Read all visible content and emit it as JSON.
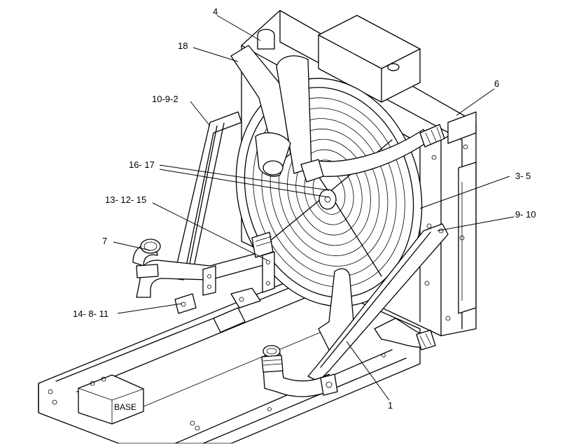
{
  "callouts": {
    "c4": "4",
    "c18": "18",
    "c6": "6",
    "c10_9_2": "10-9-2",
    "c16_17": "16- 17",
    "c3_5": "3- 5",
    "c13_12_15": "13- 12- 15",
    "c9_10": "9- 10",
    "c7": "7",
    "c14_8_11": "14- 8- 11",
    "c1": "1"
  },
  "base_label": "BASE"
}
